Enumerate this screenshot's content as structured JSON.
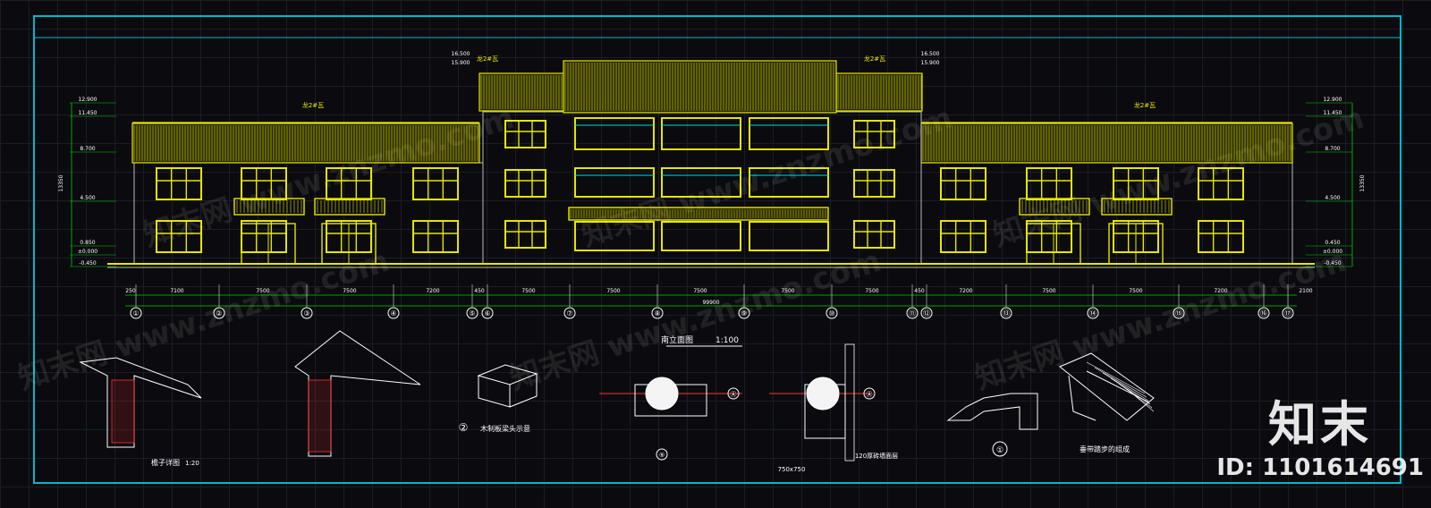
{
  "drawing": {
    "elevation_title": "南立面图",
    "elevation_scale": "1:100",
    "total_dimension": "99900",
    "axis_numbers": [
      "①",
      "②",
      "③",
      "④",
      "⑤",
      "⑥",
      "⑦",
      "⑧",
      "⑨",
      "⑩",
      "⑪",
      "⑫",
      "⑬",
      "⑭",
      "⑮",
      "⑯",
      "⑰"
    ],
    "bay_dimensions": [
      "250",
      "7100",
      "7500",
      "7500",
      "7200",
      "450",
      "7500",
      "7500",
      "7500",
      "7500",
      "7500",
      "450",
      "7200",
      "7500",
      "7500",
      "7200",
      "2100"
    ],
    "left_levels": [
      "12.900",
      "11.450",
      "8.700",
      "4.500",
      "0.850",
      "±0.000",
      "-0.450"
    ],
    "right_levels": [
      "12.900",
      "11.450",
      "8.700",
      "4.500",
      "0.450",
      "±0.000",
      "-0.450"
    ],
    "tower_levels_left": [
      "16.500",
      "15.900"
    ],
    "tower_levels_right": [
      "16.500",
      "15.900"
    ],
    "ridge_note": "龙2#瓦",
    "overall_height": "13350",
    "details": {
      "eave_title": "檐子详图",
      "eave_scale": "1:20",
      "beam_head_title": "木制板梁头示意",
      "beam_head_no": "②",
      "column_section_label": "750x750",
      "column_base_label": "120厚砖墙面层",
      "axis_a": "Ⓐ",
      "axis_9": "⑨",
      "stair_no": "①",
      "ridge_title": "垂带踏步的组成"
    },
    "colors": {
      "building": "#e6e600",
      "grid": "#ffffff",
      "dims": "#00cc00",
      "frame": "#00b8c8",
      "hatch": "#ff3030"
    }
  },
  "watermark": {
    "logo": "知末",
    "id": "ID: 1101614691",
    "ghost": "知末网 www.znzmo.com"
  }
}
